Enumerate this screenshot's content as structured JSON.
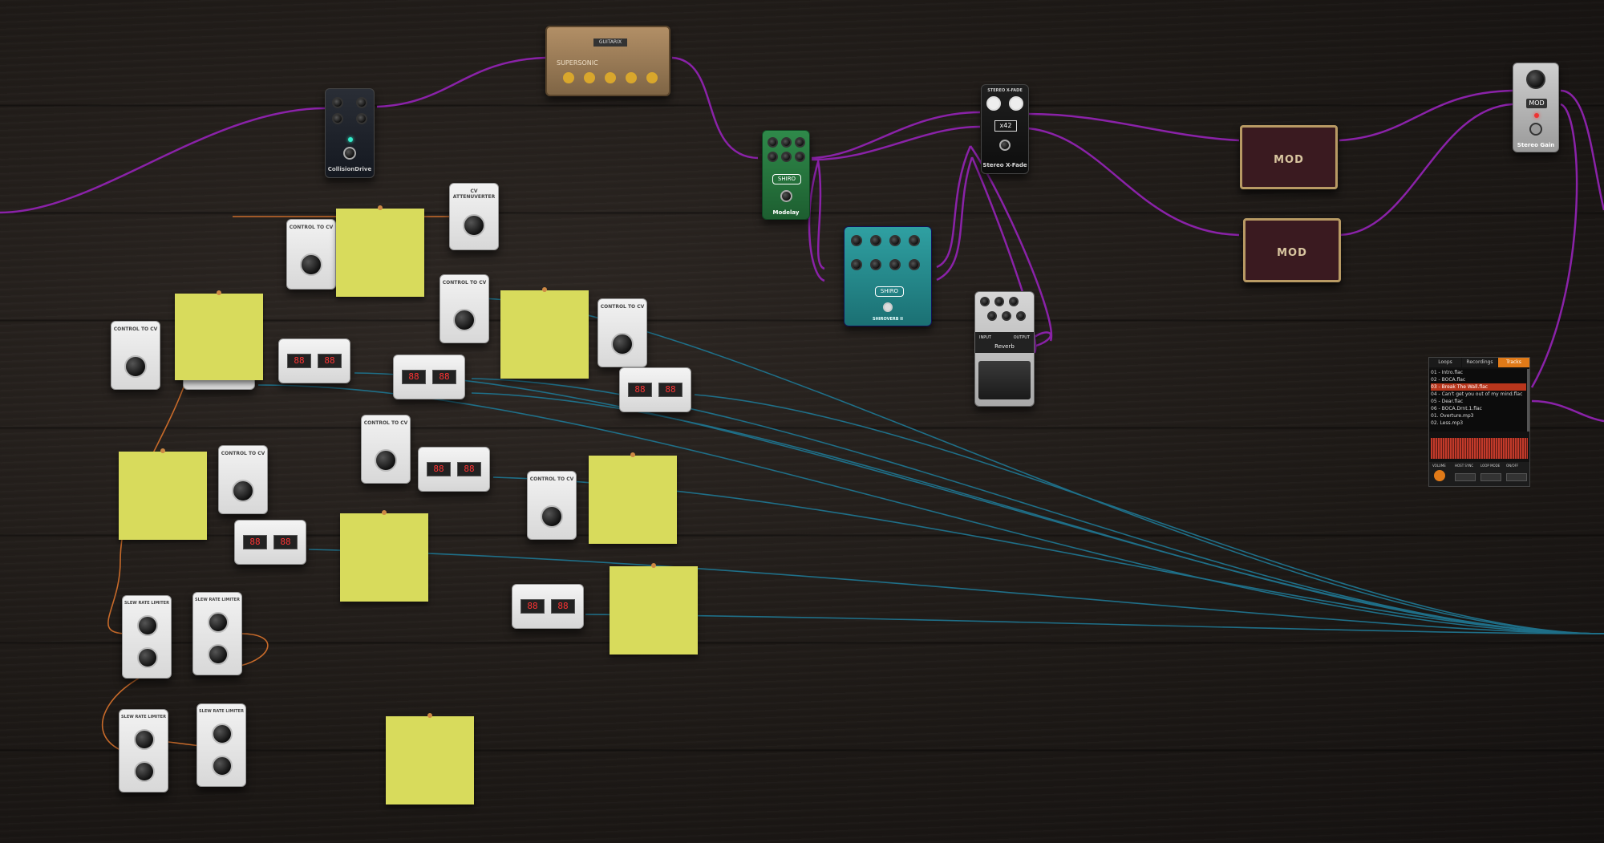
{
  "brand_mod": "MOD",
  "pedals": {
    "collision": {
      "name": "CollisionDrive"
    },
    "amp": {
      "brand": "GUITARIX",
      "name": "SUPERSONIC"
    },
    "modelay": {
      "brand": "SHIRO",
      "name": "Modelay"
    },
    "xfade": {
      "title": "STEREO X-FADE",
      "badge": "x42",
      "name": "Stereo X-Fade"
    },
    "shimmer": {
      "brand": "SHIRO",
      "name": "SHIROVERB II"
    },
    "reverb": {
      "name": "Reverb",
      "input": "INPUT",
      "output": "OUTPUT"
    },
    "stereo_gain": {
      "badge": "MOD",
      "name": "Stereo Gain"
    },
    "cab1": {
      "logo": "MOD"
    },
    "cab2": {
      "logo": "MOD"
    }
  },
  "cv_modules": {
    "control_to_cv": "CONTROL TO CV",
    "cv_attenuverter": "CV ATTENUVERTER",
    "slew_rate": "SLEW RATE LIMITER"
  },
  "sequencer": {
    "display_a": "88",
    "display_b": "88"
  },
  "player": {
    "tabs": [
      "Loops",
      "Recordings",
      "Tracks"
    ],
    "active_tab": 2,
    "tracks": [
      "01 - Intro.flac",
      "02 - BOCA.flac",
      "03 - Break The Wall.flac",
      "04 - Can't get you out of my mind.flac",
      "05 - Dear.flac",
      "06 - BOCA.Drnt.1.flac",
      "01. Overture.mp3",
      "02. Less.mp3"
    ],
    "selected_track": 2,
    "controls": [
      "VOLUME",
      "HOST SYNC",
      "LOOP MODE",
      "ON/OFF"
    ]
  },
  "colors": {
    "audio_cable": "#8a22a8",
    "cv_cable": "#1f6f88",
    "cv_orange": "#c76a2a",
    "note": "#d8db5c"
  }
}
